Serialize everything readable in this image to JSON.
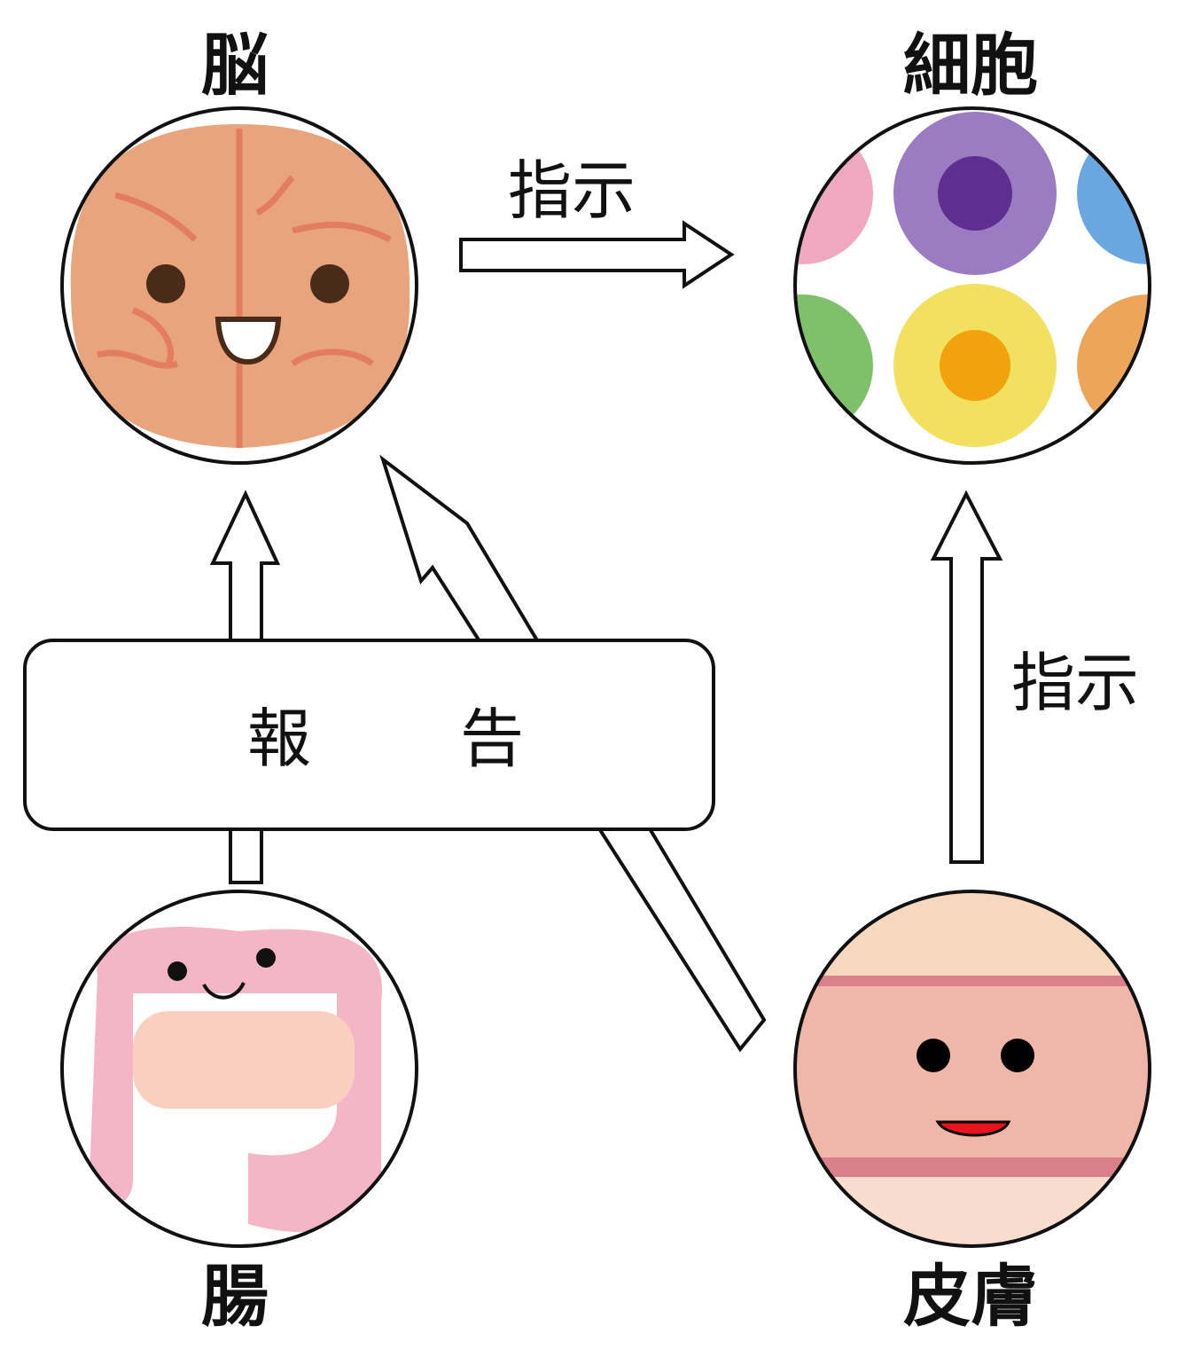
{
  "nodes": {
    "brain": {
      "label": "脳"
    },
    "cells": {
      "label": "細胞"
    },
    "gut": {
      "label": "腸"
    },
    "skin": {
      "label": "皮膚"
    }
  },
  "edges": {
    "brain_to_cells": {
      "label": "指示"
    },
    "skin_to_cells": {
      "label": "指示"
    },
    "report_box": {
      "label_1": "報",
      "label_2": "告"
    }
  },
  "colors": {
    "brain": "#e8a47c",
    "gut": "#f4b6c6",
    "skin": "#f3c9b4",
    "cell_purple": "#9b7cc2",
    "cell_yellow": "#f2e060"
  }
}
